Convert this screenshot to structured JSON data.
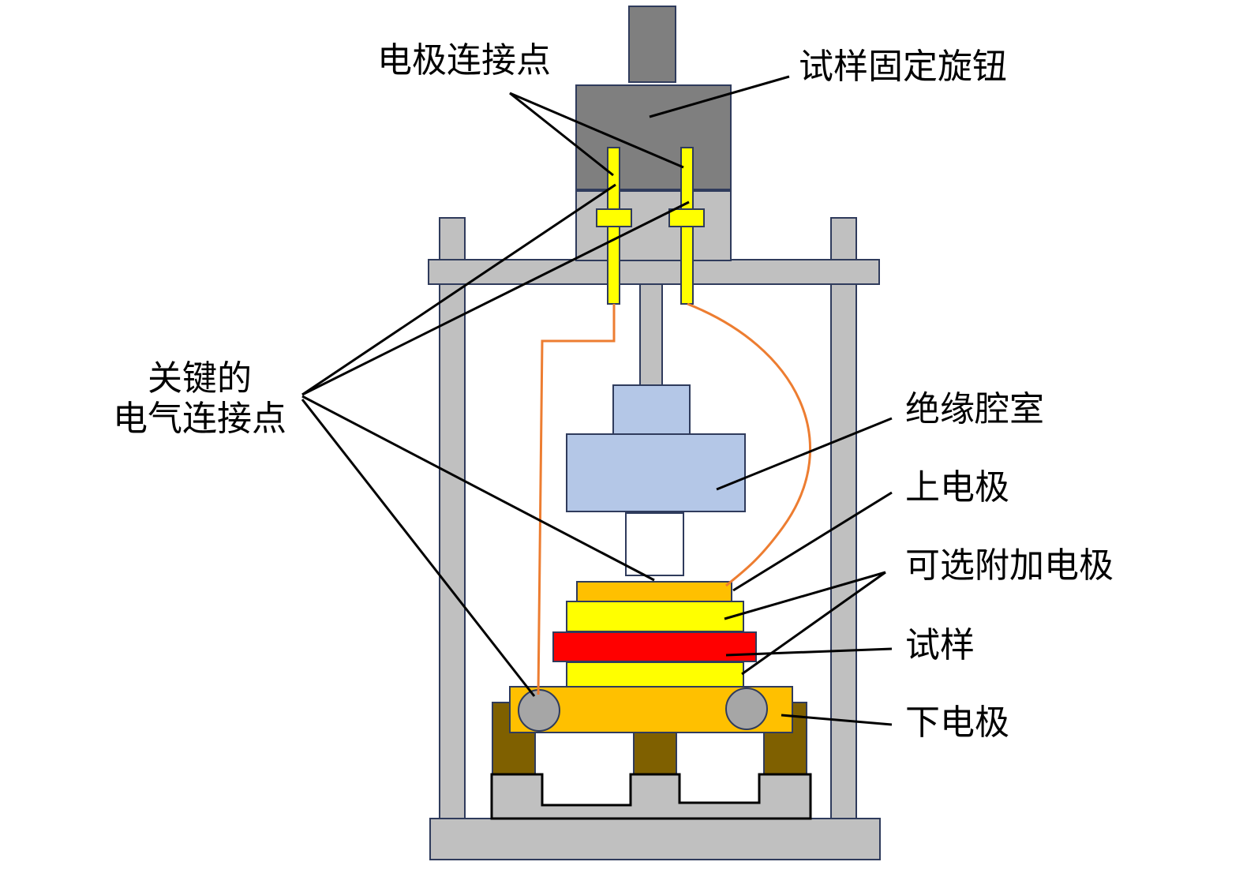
{
  "labels": {
    "electrode_connection": "电极连接点",
    "sample_knob": "试样固定旋钮",
    "key_connection_line1": "关键的",
    "key_connection_line2": "电气连接点",
    "insulation_chamber": "绝缘腔室",
    "upper_electrode": "上电极",
    "optional_electrode": "可选附加电极",
    "sample": "试样",
    "lower_electrode": "下电极"
  },
  "colors": {
    "frame": "#c0c0c0",
    "knob": "#7f7f7f",
    "rod": "#ffff00",
    "wire": "#ed7d31",
    "chamber": "#b4c7e7",
    "electrode": "#ffc000",
    "sample": "#ff0000",
    "support": "#7f6000"
  }
}
